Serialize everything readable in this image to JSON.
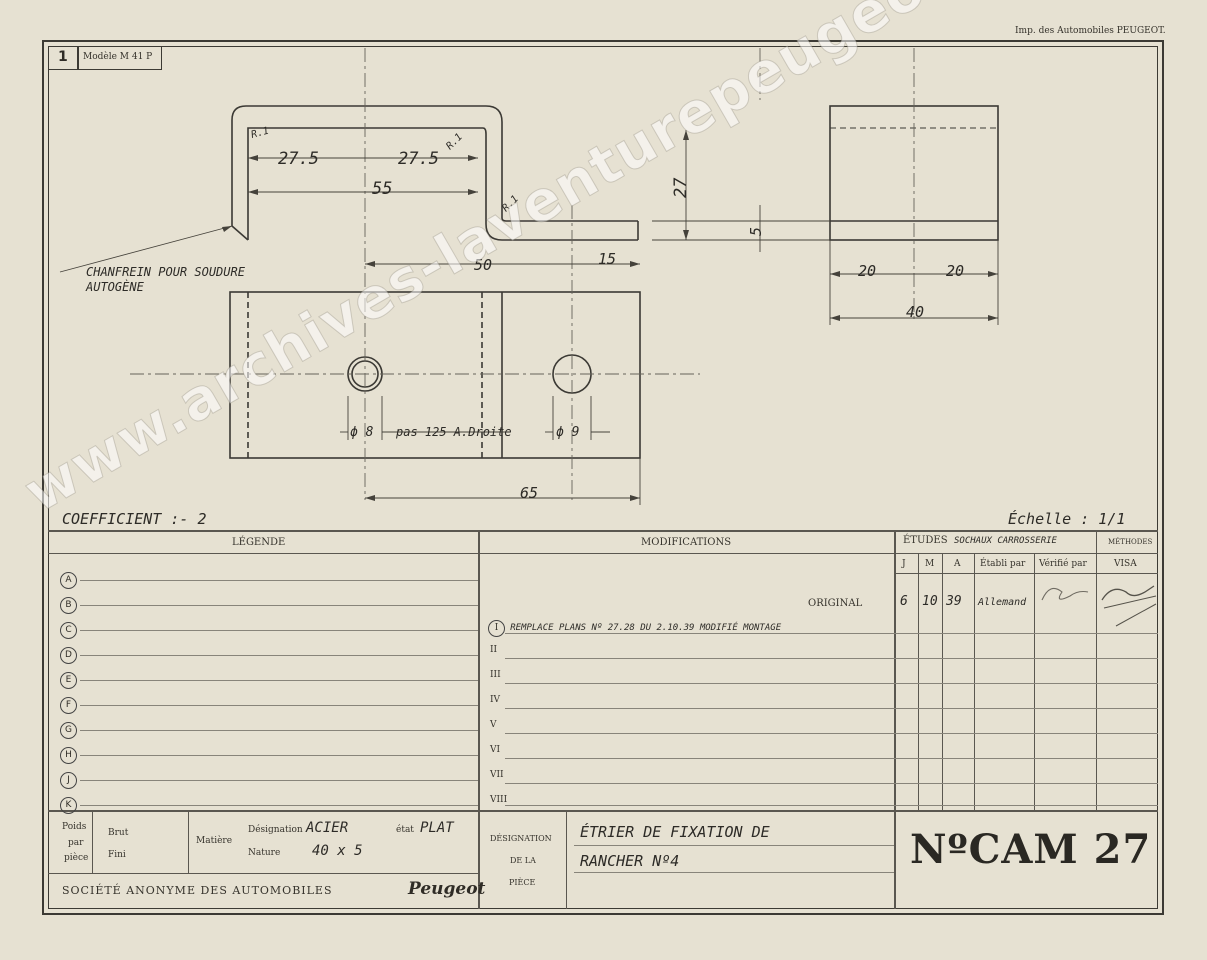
{
  "header": {
    "printer": "Imp. des Automobiles PEUGEOT.",
    "sheet_number": "1",
    "model_label": "Modèle M 41 P"
  },
  "drawing": {
    "dims": {
      "d27_5_left": "27.5",
      "d27_5_right": "27.5",
      "d55": "55",
      "d50": "50",
      "d15": "15",
      "d27": "27",
      "d5": "5",
      "d20a": "20",
      "d20b": "20",
      "d40": "40",
      "d65": "65",
      "r1a": "R.1",
      "r1b": "R.1",
      "r1c": "R.1",
      "hole1": "ϕ 8",
      "thread": "pas 125 A.Droite",
      "hole2": "ϕ 9"
    },
    "note_line1": "CHANFREIN POUR SOUDURE",
    "note_line2": "AUTOGÈNE"
  },
  "coefficient": "COEFFICIENT :- 2",
  "scale": "Échelle : 1/1",
  "legend": {
    "title": "LÉGENDE",
    "items": [
      "A",
      "B",
      "C",
      "D",
      "E",
      "F",
      "G",
      "H",
      "J",
      "K"
    ]
  },
  "modifications": {
    "title": "MODIFICATIONS",
    "original_label": "ORIGINAL",
    "rows": [
      {
        "num": "I",
        "text": "REMPLACE PLANS Nº 27.28 DU 2.10.39 MODIFIÉ MONTAGE"
      },
      {
        "num": "II",
        "text": ""
      },
      {
        "num": "III",
        "text": ""
      },
      {
        "num": "IV",
        "text": ""
      },
      {
        "num": "V",
        "text": ""
      },
      {
        "num": "VI",
        "text": ""
      },
      {
        "num": "VII",
        "text": ""
      },
      {
        "num": "VIII",
        "text": ""
      }
    ]
  },
  "etudes": {
    "title": "ÉTUDES",
    "handwritten": "SOCHAUX CARROSSERIE",
    "methodes": "MÉTHODES",
    "col_j": "J",
    "col_m": "M",
    "col_a": "A",
    "col_etabli": "Établi par",
    "col_verifie": "Vérifié par",
    "col_visa": "VISA",
    "val_j": "6",
    "val_m": "10",
    "val_a": "39",
    "val_etabli": "Allemand"
  },
  "material": {
    "poids_line1": "Poids",
    "poids_line2": "par",
    "poids_line3": "pièce",
    "brut": "Brut",
    "fini": "Fini",
    "matiere": "Matière",
    "designation_label": "Désignation",
    "designation_value": "ACIER",
    "etat_label": "état",
    "etat_value": "PLAT",
    "nature_label": "Nature",
    "nature_value": "40 x 5"
  },
  "company": "SOCIÉTÉ ANONYME DES AUTOMOBILES",
  "brand": "Peugeot",
  "designation": {
    "label_line1": "DÉSIGNATION",
    "label_line2": "DE LA",
    "label_line3": "PIÈCE",
    "value_line1": "ÉTRIER DE FIXATION DE",
    "value_line2": "RANCHER Nº4"
  },
  "plan_number": "NºCAM  27",
  "watermark": "www.archives-laventurepeugeotcitroends.com"
}
